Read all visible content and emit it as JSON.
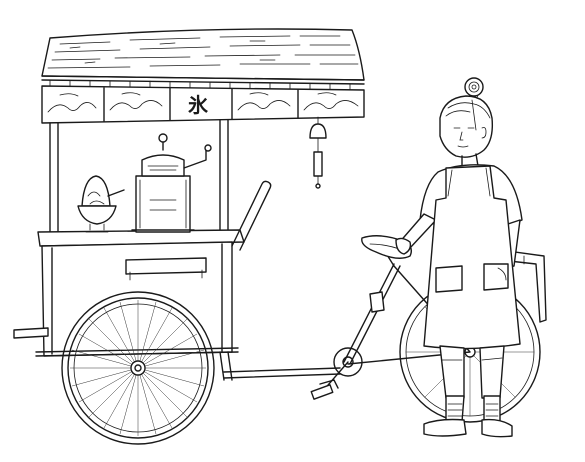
{
  "image": {
    "width": 585,
    "height": 462,
    "style": "black line drawing on white",
    "colors": {
      "ink": "#1a1a1a",
      "background": "#ffffff"
    }
  },
  "cart": {
    "canopy_sign": "氷"
  }
}
